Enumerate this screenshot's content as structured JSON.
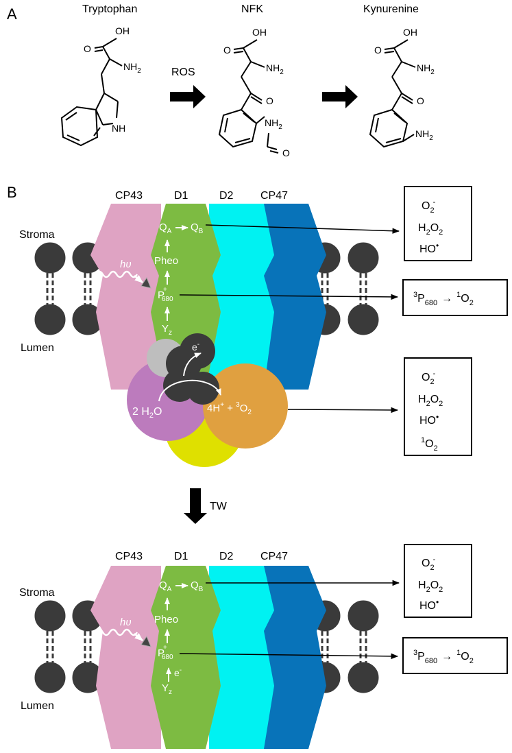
{
  "panel_a": {
    "label": "A",
    "tryptophan": {
      "name": "Tryptophan",
      "cooh_top": "OH",
      "cooh_o": "O",
      "amine": "NH",
      "amine_sub": "2",
      "ring_nh": "NH"
    },
    "nfk": {
      "name": "NFK",
      "cooh_top": "OH",
      "cooh_o": "O",
      "amine": "NH",
      "amine_sub": "2",
      "ketone_o": "O",
      "ring_nh": "NH",
      "ring_nh_sub": "2",
      "formyl_o": "O"
    },
    "kynurenine": {
      "name": "Kynurenine",
      "cooh_top": "OH",
      "cooh_o": "O",
      "amine": "NH",
      "amine_sub": "2",
      "ketone_o": "O",
      "ring_nh": "NH",
      "ring_nh_sub": "2"
    },
    "ros_label": "ROS"
  },
  "panel_b": {
    "label": "B",
    "top": {
      "stroma": "Stroma",
      "lumen": "Lumen",
      "cp43": "CP43",
      "d1": "D1",
      "d2": "D2",
      "cp47": "CP47",
      "photon": "hυ",
      "qa": "Q",
      "qa_sub": "A",
      "qb": "Q",
      "qb_sub": "B",
      "pheo": "Pheo",
      "p680": "P",
      "p680_sup": "+",
      "p680_sub": "680",
      "yz": "Y",
      "yz_sub": "z",
      "electron": "e",
      "electron_sup": "-",
      "water": "2 H",
      "water_sub": "2",
      "water_tail": "O",
      "products": "4H",
      "products_sup": "+",
      "products_mid": " + ",
      "o2_sup": "3",
      "o2": "O",
      "o2_sub": "2",
      "box1": [
        {
          "main": "O",
          "sub": "2",
          "sup": "-"
        },
        {
          "main": "H",
          "sub": "2",
          "main2": "O",
          "sub2": "2"
        },
        {
          "main": "HO",
          "dot": "•"
        }
      ],
      "box2": {
        "sup1": "3",
        "p": "P",
        "sub1": "680",
        "arrow": "→",
        "sup2": "1",
        "o": "O",
        "sub2": "2"
      },
      "box3": [
        {
          "main": "O",
          "sub": "2",
          "sup": "-"
        },
        {
          "main": "H",
          "sub": "2",
          "main2": "O",
          "sub2": "2"
        },
        {
          "main": "HO",
          "dot": "•"
        },
        {
          "sup": "1",
          "main": "O",
          "sub": "2"
        }
      ]
    },
    "tw_label": "TW",
    "bottom": {
      "stroma": "Stroma",
      "lumen": "Lumen",
      "cp43": "CP43",
      "d1": "D1",
      "d2": "D2",
      "cp47": "CP47",
      "photon": "hυ",
      "qa": "Q",
      "qa_sub": "A",
      "qb": "Q",
      "qb_sub": "B",
      "pheo": "Pheo",
      "p680": "P",
      "p680_sup": "+",
      "p680_sub": "680",
      "yz": "Y",
      "yz_sub": "z",
      "electron": "e",
      "electron_sup": "-",
      "box1": [
        {
          "main": "O",
          "sub": "2",
          "sup": "-"
        },
        {
          "main": "H",
          "sub": "2",
          "main2": "O",
          "sub2": "2"
        },
        {
          "main": "HO",
          "dot": "•"
        }
      ],
      "box2": {
        "sup1": "3",
        "p": "P",
        "sub1": "680",
        "arrow": "→",
        "sup2": "1",
        "o": "O",
        "sub2": "2"
      }
    }
  },
  "colors": {
    "cp43": "#dfa3c3",
    "d1": "#7dbb42",
    "d2": "#00f2f2",
    "cp47": "#0873b9",
    "lipid": "#3a3a3a",
    "oec_purple": "#bc7bbd",
    "oec_yellow": "#dfe000",
    "oec_orange": "#e0a040",
    "oec_grey": "#bebebe",
    "white_text": "#ffffff",
    "black": "#000000"
  }
}
